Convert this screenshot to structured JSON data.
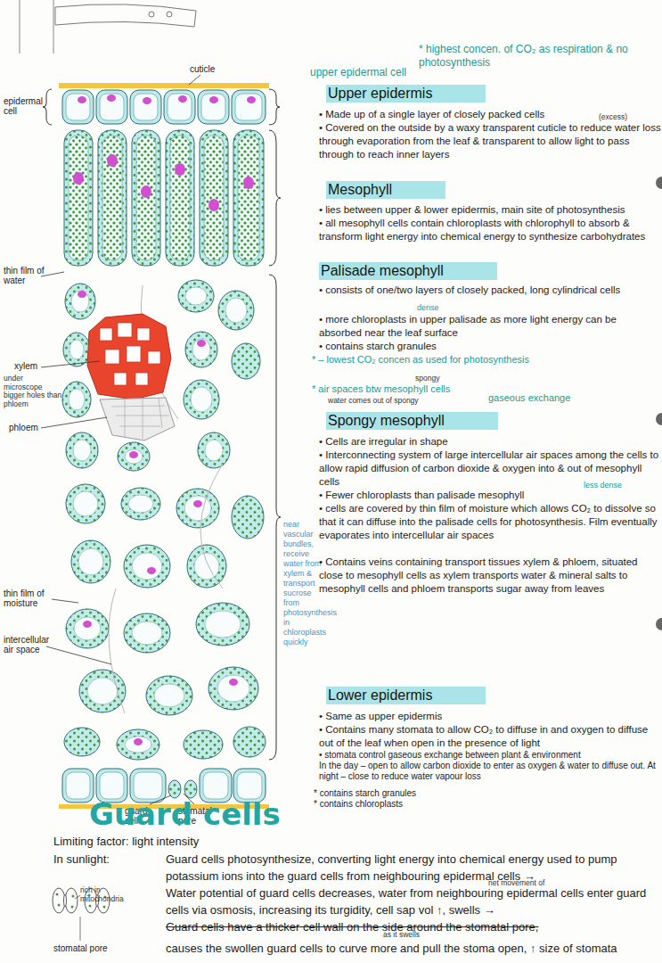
{
  "diagram": {
    "labels": [
      "cuticle",
      "epidermal cell",
      "thin film of water",
      "xylem",
      "under microscope bigger holes than phloem",
      "phloem",
      "thin film of moisture",
      "intercellular air space",
      "guard cell",
      "stomatal pore",
      "near vascular bundles, receive water from xylem & transport sucrose from photosynthesis in chloroplasts quickly",
      "upper epidermal cell",
      "* highest concen. of CO₂ as respiration & no photosynthesis",
      "Upper epidermis",
      "• Made up of a single layer of closely packed cells",
      "• Covered on the outside by a waxy transparent cuticle to reduce water loss through evaporation from the leaf & transparent to allow light to pass through to reach inner layers",
      "(excess)",
      "Mesophyll",
      "• lies between upper & lower epidermis, main site of photosynthesis",
      "• all mesophyll cells contain chloroplasts with chlorophyll to absorb & transform light energy into chemical energy to synthesize carbohydrates",
      "Palisade mesophyll",
      "• consists of one/two layers of closely packed, long cylindrical cells",
      "dense",
      "• more chloroplasts in upper palisade as more light energy can be absorbed near the leaf surface",
      "• contains starch granules",
      "* – lowest CO₂ concen as used for photosynthesis",
      "* air spaces btw mesophyll cells",
      "spongy",
      "water comes out of spongy",
      "gaseous exchange",
      "Spongy mesophyll",
      "• Cells are irregular in shape",
      "• Interconnecting system of large intercellular air spaces among the cells to allow rapid diffusion of carbon dioxide & oxygen into & out of mesophyll cells",
      "less dense",
      "• Fewer chloroplasts than palisade mesophyll",
      "• cells are covered by thin film of moisture which allows CO₂ to dissolve so that it can diffuse into the palisade cells for photosynthesis. Film eventually evaporates into intercellular air spaces",
      "• Contains veins containing transport tissues xylem & phloem, situated close to mesophyll cells as xylem transports water & mineral salts to mesophyll cells and phloem transports sugar away from leaves",
      "Lower epidermis",
      "• Same as upper epidermis",
      "• Contains many stomata to allow CO₂ to diffuse in and oxygen to diffuse out of the leaf when open in the presence of light",
      "• stomata control gaseous exchange between plant & environment",
      "In the day – open to allow carbon dioxide to enter as oxygen & water to diffuse out. At night – close to reduce water vapour loss",
      "* contains starch granules",
      "* contains chloroplasts",
      "Guard cells",
      "Limiting factor: light intensity",
      "In sunlight:",
      "Guard cells photosynthesize, converting light energy into chemical energy used to pump potassium ions into the guard cells from neighbouring epidermal cells →",
      "rich in mitochondria",
      "Water potential of guard cells decreases, water from neighbouring epidermal cells enter guard cells via osmosis, increasing its turgidity, cell sap vol ↑, swells →",
      "net movement of",
      "Guard cells have a thicker cell wall on the side around the stomatal pore,",
      "as it swells",
      "causes the swollen guard cells to curve more and pull the stoma open, ↑ size of stomata",
      "stomatal pore"
    ]
  }
}
